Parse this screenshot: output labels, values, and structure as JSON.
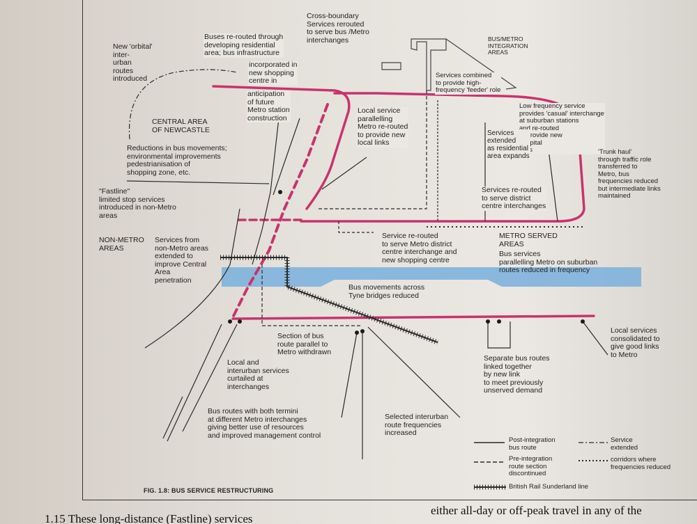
{
  "caption": "FIG. 1.8: BUS SERVICE RESTRUCTURING",
  "body_left": "1.15  These long-distance (Fastline) services",
  "body_right": "either all-day or off-peak travel in any of the",
  "regions": {
    "central": "CENTRAL AREA\nOF NEWCASTLE",
    "nonmetro": "NON-METRO\nAREAS",
    "metro": "METRO SERVED\nAREAS",
    "integration": "BUS/METRO\nINTEGRATION\nAREAS"
  },
  "labels": {
    "orbital": "New 'orbital'\ninter-\nurban\nroutes\nintroduced",
    "rerouted_res": "Buses re-routed through\ndeveloping residential\narea; bus infrastructure",
    "shopping": "incorporated in\nnew shopping\ncentre in",
    "anticipation": "anticipation\nof future\nMetro station\nconstruction",
    "cross_boundary": "Cross-boundary\nServices rerouted\nto serve bus /Metro\ninterchanges",
    "combined": "Services combined\nto provide high-\nfrequency 'feeder' role",
    "low_freq": "Low frequency service\nprovides 'casual' interchange\nat suburban stations\nand re-routed\nto provide new\nhospital\nlinks",
    "local_parallel": "Local service\nparallelling\nMetro re-routed\nto provide new\nlocal links",
    "extended_res": "Services\nextended\nas residential\narea expands",
    "trunk": "'Trunk haul'\nthrough traffic role\ntransferred to\nMetro, bus\nfrequencies reduced\nbut intermediate links\nmaintained",
    "reductions": "Reductions in bus movements;\nenvironmental improvements\npedestrianisation of\nshopping zone, etc.",
    "fastline": "\"Fastline\"\nlimited stop services\nintroduced in non-Metro\nareas",
    "district": "Services re-routed\nto serve district\ncentre interchanges",
    "nonmetro_ext": "Services from\nnon-Metro areas\nextended to\nimprove Central\nArea\npenetration",
    "rerouted_metro": "Service re-routed\nto serve Metro district\ncentre interchange and\nnew shopping centre",
    "parallel_reduced": "Bus services\nparallelling Metro on suburban\nroutes reduced in frequency",
    "tyne": "Bus movements across\nTyne bridges reduced",
    "withdrawn": "Section of bus\nroute parallel to\nMetro withdrawn",
    "curtailed": "Local and\ninterurban services\ncurtailed at\ninterchanges",
    "separate": "Separate bus routes\nlinked together\nby new link\nto meet previously\nunserved demand",
    "consolidated": "Local services\nconsolidated to\ngive good links\nto Metro",
    "termini": "Bus routes with both termini\nat different Metro interchanges\ngiving better use of resources\nand improved management control",
    "interurban_freq": "Selected interurban\nroute frequencies\nincreased"
  },
  "legend": {
    "post": "Post-integration\nbus route",
    "pre": "Pre-integration\nroute section\ndiscontinued",
    "extended": "Service\nextended",
    "corridors": "corridors where\nfrequencies reduced",
    "rail": "British Rail Sunderland line"
  },
  "colors": {
    "metro": "#c8336e",
    "river": "#7fb2dd",
    "ink": "#2a2a2a"
  }
}
